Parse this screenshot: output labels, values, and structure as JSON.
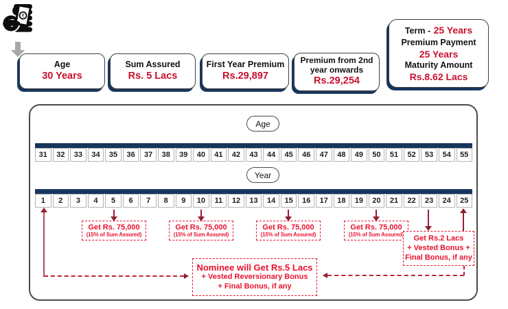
{
  "header": {
    "stats": [
      {
        "icon": "person-icon",
        "label": "Age",
        "value": "30 Years"
      },
      {
        "icon": "rupee-coins-icon",
        "label": "Sum Assured",
        "value": "Rs. 5 Lacs"
      },
      {
        "icon": "hand-money-icon",
        "label": "First Year Premium",
        "value": "Rs.29,897"
      },
      {
        "icon": "hand-money-icon",
        "label": "Premium from 2nd year onwards",
        "value": "Rs.29,254"
      }
    ],
    "term_box": {
      "term_label": "Term  -",
      "term_value": "25 Years",
      "premium_payment_label": "Premium Payment",
      "premium_payment_value": "25 Years",
      "maturity_label": "Maturity Amount",
      "maturity_value": "Rs.8.62 Lacs"
    }
  },
  "timeline": {
    "age_pill_label": "Age",
    "age_values": [
      "31",
      "32",
      "33",
      "34",
      "35",
      "36",
      "37",
      "38",
      "39",
      "40",
      "41",
      "42",
      "43",
      "44",
      "45",
      "46",
      "47",
      "48",
      "49",
      "50",
      "51",
      "52",
      "53",
      "54",
      "55"
    ],
    "year_pill_label": "Year",
    "year_values": [
      "1",
      "2",
      "3",
      "4",
      "5",
      "6",
      "7",
      "8",
      "9",
      "10",
      "11",
      "12",
      "13",
      "14",
      "15",
      "16",
      "17",
      "18",
      "19",
      "20",
      "21",
      "22",
      "23",
      "24",
      "25"
    ],
    "interim_payouts": [
      {
        "at_year": "5",
        "line1": "Get Rs. 75,000",
        "line2": "(15% of Sum Assured)"
      },
      {
        "at_year": "10",
        "line1": "Get Rs. 75,000",
        "line2": "(15% of Sum Assured)"
      },
      {
        "at_year": "15",
        "line1": "Get Rs. 75,000",
        "line2": "(15% of Sum Assured)"
      },
      {
        "at_year": "20",
        "line1": "Get Rs. 75,000",
        "line2": "(15% of Sum Assured)"
      }
    ],
    "maturity_payout": {
      "at_years": "23-25",
      "line1": "Get Rs.2 Lacs",
      "line2": "+ Vested Bonus +",
      "line3": "Final Bonus, if any"
    },
    "nominee_payout": {
      "line1": "Nominee will Get Rs.5 Lacs",
      "line2": "+ Vested Reversionary Bonus",
      "line3": "+ Final Bonus, if any"
    }
  },
  "colors": {
    "navy": "#17365d",
    "value_red": "#c8102e",
    "annotation_red": "#e8112d",
    "arrow_maroon": "#8e1f2f",
    "gray_arrow": "#a8a8a8"
  }
}
